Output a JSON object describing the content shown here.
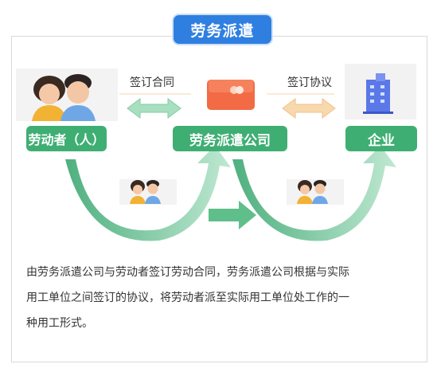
{
  "title": "劳务派遣",
  "nodes": {
    "worker": "劳动者（人）",
    "agency": "劳务派遣公司",
    "enterprise": "企业"
  },
  "links": {
    "worker_agency": "签订合同",
    "agency_enterprise": "签订协议"
  },
  "description": [
    "由劳务派遣公司与劳动者签订劳动合同，劳务派遣公司根据与实际",
    "用工单位之间签订的协议，将劳动者派至实际用工单位处工作的一",
    "种用工形式。"
  ],
  "colors": {
    "title_bg": "#2f7fe0",
    "label_green": "#3fae73",
    "arrow_green": "#7fd3a6",
    "arrow_orange": "#f5c98e",
    "card_orange": "#f4774f",
    "building_blue": "#5b78e8"
  },
  "icons": [
    "people-icon",
    "card-icon",
    "building-icon",
    "curved-arrow-icon"
  ]
}
